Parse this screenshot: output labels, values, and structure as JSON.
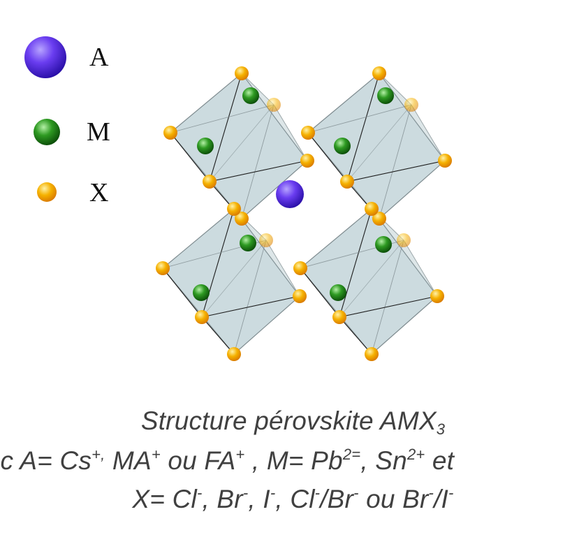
{
  "legend": [
    {
      "label": "A",
      "color": "#6a3df0",
      "icon": "sphere-purple-icon"
    },
    {
      "label": "M",
      "color": "#2e9a22",
      "icon": "sphere-green-icon"
    },
    {
      "label": "X",
      "color": "#f5a800",
      "icon": "sphere-yellow-icon"
    }
  ],
  "caption": {
    "line1": {
      "text": "Structure pérovskite AMX",
      "sub": "3"
    },
    "line2": {
      "t1": "vec A= Cs",
      "s1": "+,",
      "t2": " MA",
      "s2": "+",
      "t3": " ou FA",
      "s3": "+",
      "t4": " , M= Pb",
      "s4": "2=",
      "t5": ", Sn",
      "s5": "2+",
      "t6": " et"
    },
    "line3": {
      "t1": "X= Cl",
      "s1": "-",
      "t2": ", Br",
      "s2": "-",
      "t3": ", I",
      "s3": "-",
      "t4": ", Cl",
      "s4": "-",
      "t5": "/Br",
      "s5": "-",
      "t6": " ou Br",
      "s6": "-",
      "t7": "/I",
      "s7": "-"
    }
  },
  "colors": {
    "octahedron_fill": "#b9cdd2",
    "octahedron_edge": "#7f8c90",
    "bond_line": "#1c1c1c",
    "a_site": "#6a3df0",
    "m_site": "#2e9a22",
    "x_site": "#f5a800"
  }
}
